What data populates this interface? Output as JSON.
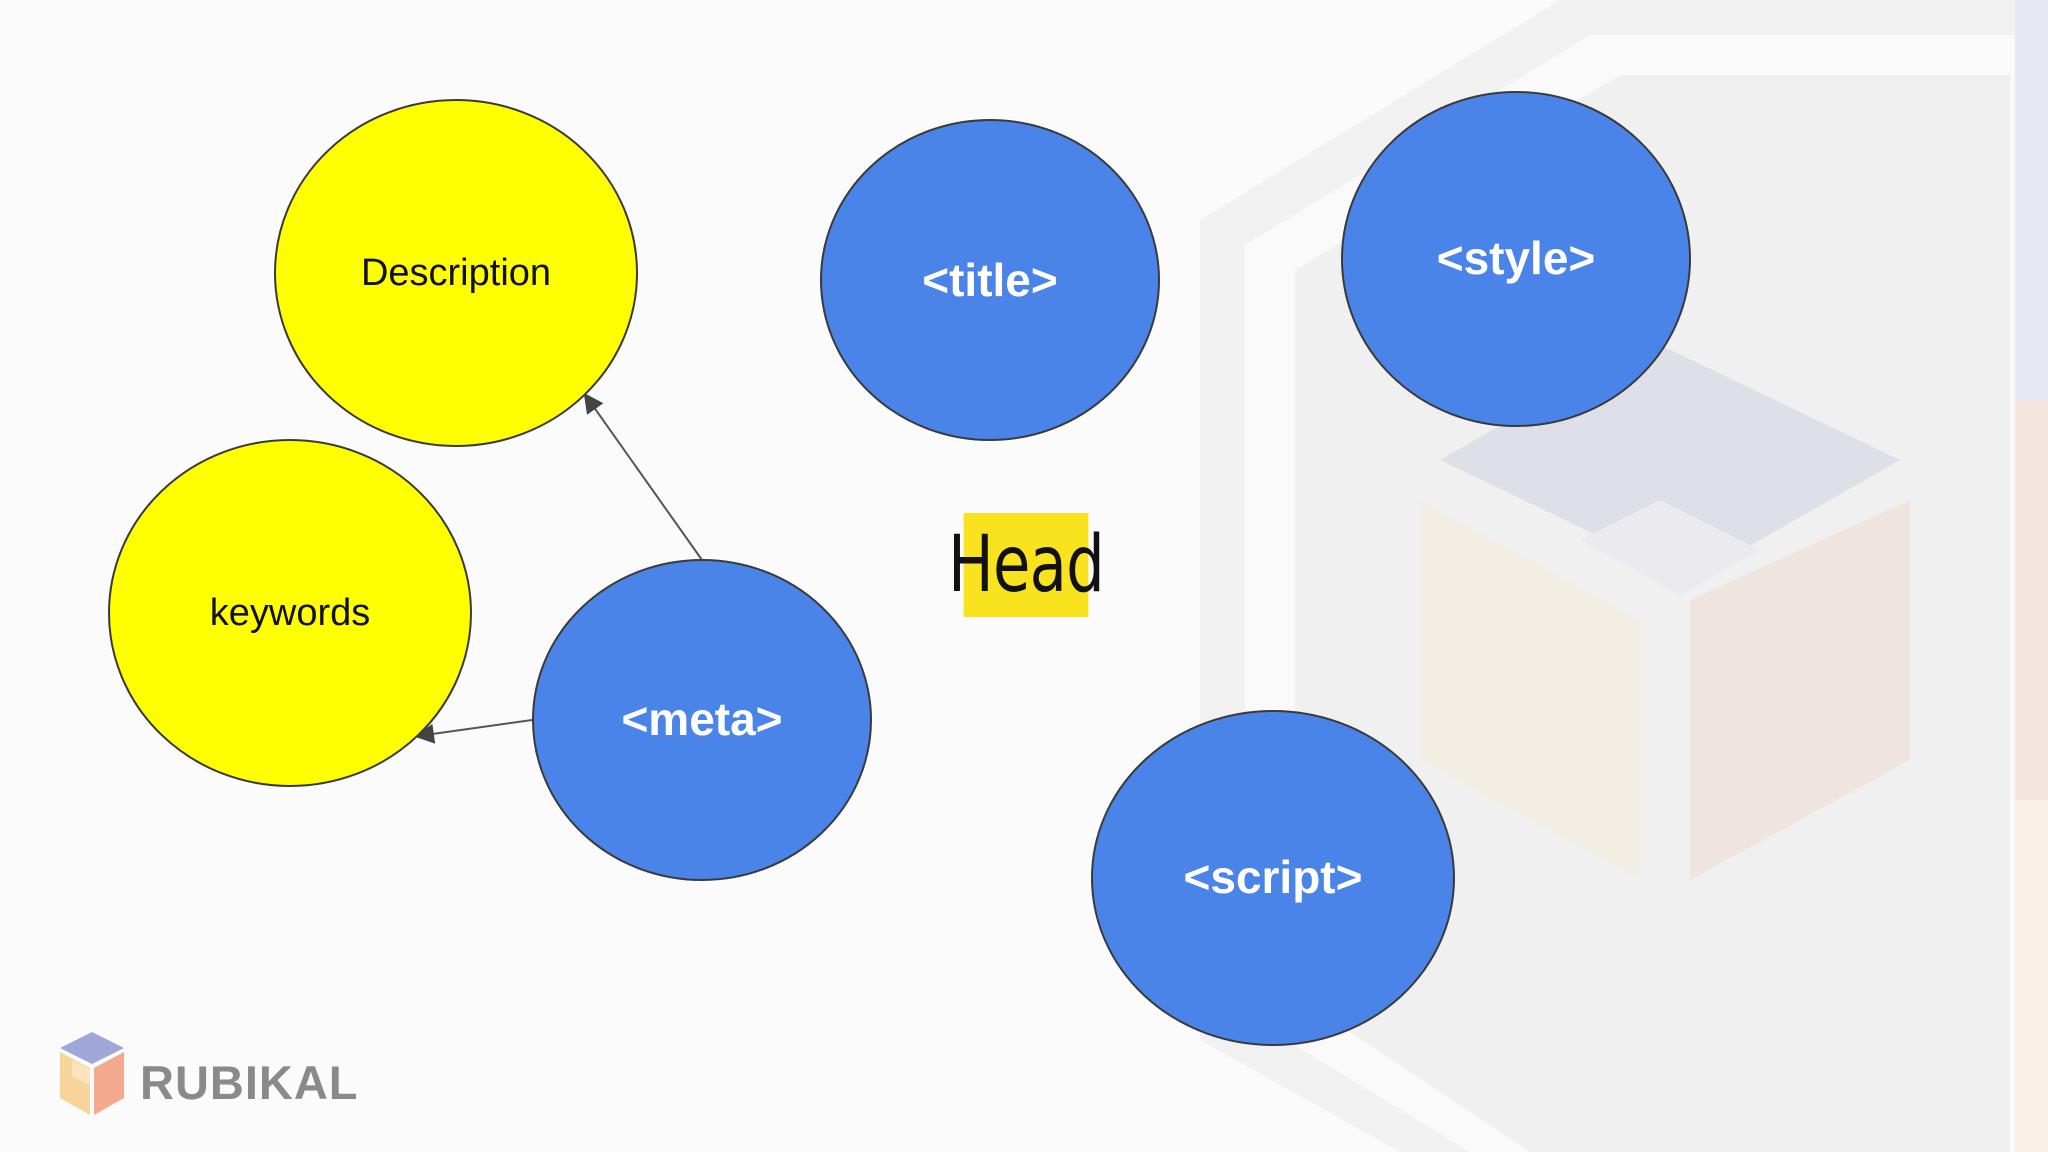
{
  "title": "Head",
  "nodes": {
    "description": {
      "label": "Description",
      "color": "#ffff00"
    },
    "keywords": {
      "label": "keywords",
      "color": "#ffff00"
    },
    "meta": {
      "label": "<meta>",
      "color": "#4a84e8"
    },
    "title": {
      "label": "<title>",
      "color": "#4a84e8"
    },
    "style": {
      "label": "<style>",
      "color": "#4a84e8"
    },
    "script": {
      "label": "<script>",
      "color": "#4a84e8"
    }
  },
  "edges": [
    {
      "from": "meta",
      "to": "description"
    },
    {
      "from": "meta",
      "to": "keywords"
    }
  ],
  "logo": {
    "text": "RUBIKAL",
    "icon": "rubik-cube-icon"
  },
  "colors": {
    "highlight": "#f9e21e",
    "blue_node": "#4a84e8",
    "yellow_node": "#ffff00",
    "logo_text": "#8a8a8a"
  }
}
